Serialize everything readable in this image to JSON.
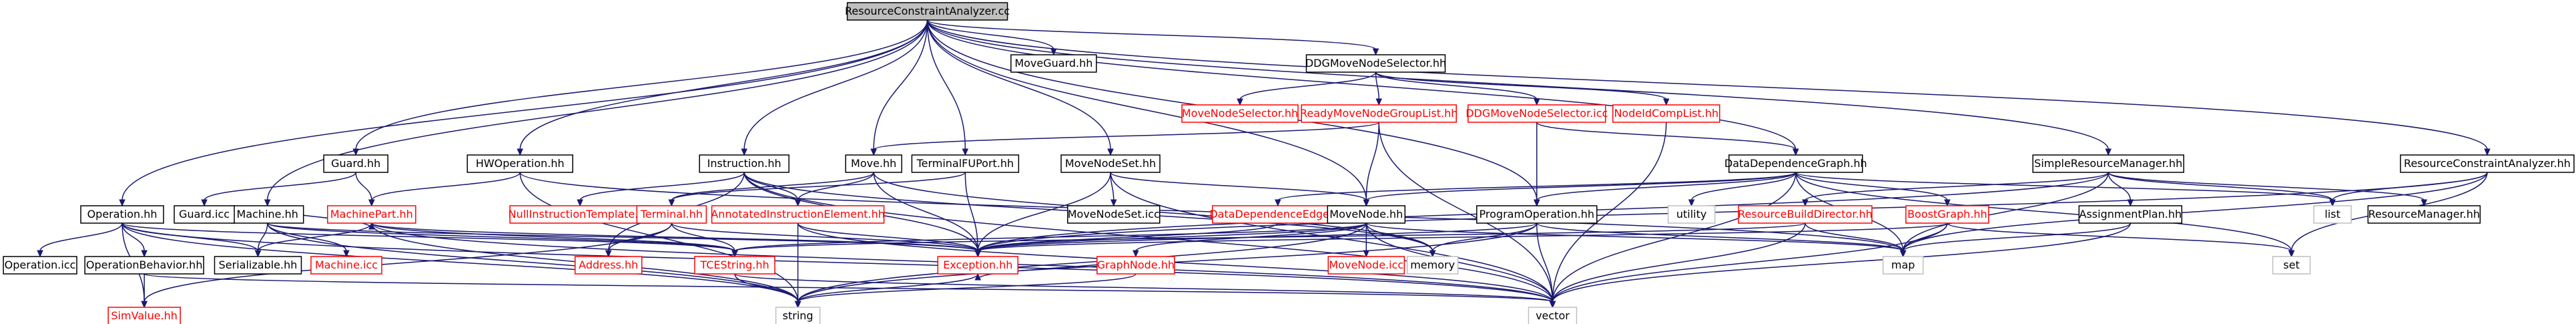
{
  "colors": {
    "edge": "#191970",
    "root_fill": "#bfbfbf",
    "node_fill": "#ffffff",
    "border_black": "#000000",
    "border_red": "#ff0000",
    "border_gray": "#bfbfbf",
    "text_black": "#000000",
    "text_red": "#ff0000"
  },
  "diagram": {
    "nodes": [
      {
        "id": "rca_cc",
        "label": "ResourceConstraintAnalyzer.cc",
        "style": "root"
      },
      {
        "id": "operation_hh",
        "label": "Operation.hh",
        "style": "black"
      },
      {
        "id": "guard_hh",
        "label": "Guard.hh",
        "style": "black"
      },
      {
        "id": "machine_hh",
        "label": "Machine.hh",
        "style": "black"
      },
      {
        "id": "hwoperation_hh",
        "label": "HWOperation.hh",
        "style": "black"
      },
      {
        "id": "instruction_hh",
        "label": "Instruction.hh",
        "style": "black"
      },
      {
        "id": "move_hh",
        "label": "Move.hh",
        "style": "black"
      },
      {
        "id": "terminalfuport_hh",
        "label": "TerminalFUPort.hh",
        "style": "black"
      },
      {
        "id": "moveguard_hh",
        "label": "MoveGuard.hh",
        "style": "black"
      },
      {
        "id": "movenodeset_hh",
        "label": "MoveNodeSet.hh",
        "style": "black"
      },
      {
        "id": "ddgmns_hh",
        "label": "DDGMoveNodeSelector.hh",
        "style": "black"
      },
      {
        "id": "movenodeselector_hh",
        "label": "MoveNodeSelector.hh",
        "style": "red"
      },
      {
        "id": "readymngl_hh",
        "label": "ReadyMoveNodeGroupList.hh",
        "style": "red"
      },
      {
        "id": "ddgmns_icc",
        "label": "DDGMoveNodeSelector.icc",
        "style": "red"
      },
      {
        "id": "nodeidcomplist_hh",
        "label": "NodeIdCompList.hh",
        "style": "red"
      },
      {
        "id": "ddg_hh",
        "label": "DataDependenceGraph.hh",
        "style": "black"
      },
      {
        "id": "srm_hh",
        "label": "SimpleResourceManager.hh",
        "style": "black"
      },
      {
        "id": "rca_hh",
        "label": "ResourceConstraintAnalyzer.hh",
        "style": "black"
      },
      {
        "id": "operation_icc",
        "label": "Operation.icc",
        "style": "black"
      },
      {
        "id": "operationbehavior_hh",
        "label": "OperationBehavior.hh",
        "style": "black"
      },
      {
        "id": "simvalue_hh",
        "label": "SimValue.hh",
        "style": "red"
      },
      {
        "id": "guard_icc",
        "label": "Guard.icc",
        "style": "black"
      },
      {
        "id": "serializable_hh",
        "label": "Serializable.hh",
        "style": "black"
      },
      {
        "id": "machinepart_hh",
        "label": "MachinePart.hh",
        "style": "red"
      },
      {
        "id": "machine_icc",
        "label": "Machine.icc",
        "style": "red"
      },
      {
        "id": "nullinstructiontemplate_hh",
        "label": "NullInstructionTemplate.hh",
        "style": "red"
      },
      {
        "id": "terminal_hh",
        "label": "Terminal.hh",
        "style": "red"
      },
      {
        "id": "address_hh",
        "label": "Address.hh",
        "style": "red"
      },
      {
        "id": "tcestring_hh",
        "label": "TCEString.hh",
        "style": "red"
      },
      {
        "id": "annotatedinstructionelement_hh",
        "label": "AnnotatedInstructionElement.hh",
        "style": "red"
      },
      {
        "id": "exception_hh",
        "label": "Exception.hh",
        "style": "red"
      },
      {
        "id": "movenodeset_icc",
        "label": "MoveNodeSet.icc",
        "style": "black"
      },
      {
        "id": "datadependenceedge_hh",
        "label": "DataDependenceEdge.hh",
        "style": "red"
      },
      {
        "id": "movenode_hh",
        "label": "MoveNode.hh",
        "style": "black"
      },
      {
        "id": "graphnode_hh",
        "label": "GraphNode.hh",
        "style": "red"
      },
      {
        "id": "movenode_icc",
        "label": "MoveNode.icc",
        "style": "red"
      },
      {
        "id": "memory",
        "label": "memory",
        "style": "gray"
      },
      {
        "id": "programoperation_hh",
        "label": "ProgramOperation.hh",
        "style": "black"
      },
      {
        "id": "utility",
        "label": "utility",
        "style": "gray"
      },
      {
        "id": "resourcebuilddirector_hh",
        "label": "ResourceBuildDirector.hh",
        "style": "red"
      },
      {
        "id": "boostgraph_hh",
        "label": "BoostGraph.hh",
        "style": "red"
      },
      {
        "id": "assignmentplan_hh",
        "label": "AssignmentPlan.hh",
        "style": "black"
      },
      {
        "id": "list",
        "label": "list",
        "style": "gray"
      },
      {
        "id": "resourcemanager_hh",
        "label": "ResourceManager.hh",
        "style": "black"
      },
      {
        "id": "map",
        "label": "map",
        "style": "gray"
      },
      {
        "id": "set",
        "label": "set",
        "style": "gray"
      },
      {
        "id": "string",
        "label": "string",
        "style": "gray"
      },
      {
        "id": "vector",
        "label": "vector",
        "style": "gray"
      }
    ],
    "edges": [
      [
        "rca_cc",
        "operation_hh"
      ],
      [
        "rca_cc",
        "guard_hh"
      ],
      [
        "rca_cc",
        "machine_hh"
      ],
      [
        "rca_cc",
        "hwoperation_hh"
      ],
      [
        "rca_cc",
        "instruction_hh"
      ],
      [
        "rca_cc",
        "move_hh"
      ],
      [
        "rca_cc",
        "terminalfuport_hh"
      ],
      [
        "rca_cc",
        "moveguard_hh"
      ],
      [
        "rca_cc",
        "movenodeset_hh"
      ],
      [
        "rca_cc",
        "ddgmns_hh"
      ],
      [
        "rca_cc",
        "ddg_hh"
      ],
      [
        "rca_cc",
        "srm_hh"
      ],
      [
        "rca_cc",
        "rca_hh"
      ],
      [
        "rca_cc",
        "movenode_hh"
      ],
      [
        "rca_cc",
        "programoperation_hh"
      ],
      [
        "operation_hh",
        "operation_icc"
      ],
      [
        "operation_hh",
        "operationbehavior_hh"
      ],
      [
        "operation_hh",
        "simvalue_hh"
      ],
      [
        "operation_hh",
        "serializable_hh"
      ],
      [
        "operation_hh",
        "tcestring_hh"
      ],
      [
        "operation_hh",
        "string"
      ],
      [
        "operation_hh",
        "vector"
      ],
      [
        "operationbehavior_hh",
        "simvalue_hh"
      ],
      [
        "operationbehavior_hh",
        "vector"
      ],
      [
        "guard_hh",
        "guard_icc"
      ],
      [
        "guard_hh",
        "machinepart_hh"
      ],
      [
        "machine_hh",
        "serializable_hh"
      ],
      [
        "machine_hh",
        "machinepart_hh"
      ],
      [
        "machine_hh",
        "machine_icc"
      ],
      [
        "machine_hh",
        "tcestring_hh"
      ],
      [
        "machine_hh",
        "exception_hh"
      ],
      [
        "machine_hh",
        "string"
      ],
      [
        "hwoperation_hh",
        "machinepart_hh"
      ],
      [
        "hwoperation_hh",
        "string"
      ],
      [
        "hwoperation_hh",
        "map"
      ],
      [
        "machinepart_hh",
        "serializable_hh"
      ],
      [
        "machinepart_hh",
        "exception_hh"
      ],
      [
        "machinepart_hh",
        "tcestring_hh"
      ],
      [
        "machinepart_hh",
        "string"
      ],
      [
        "machinepart_hh",
        "vector"
      ],
      [
        "instruction_hh",
        "nullinstructiontemplate_hh"
      ],
      [
        "instruction_hh",
        "address_hh"
      ],
      [
        "instruction_hh",
        "annotatedinstructionelement_hh"
      ],
      [
        "instruction_hh",
        "exception_hh"
      ],
      [
        "instruction_hh",
        "memory"
      ],
      [
        "instruction_hh",
        "vector"
      ],
      [
        "move_hh",
        "terminal_hh"
      ],
      [
        "move_hh",
        "annotatedinstructionelement_hh"
      ],
      [
        "move_hh",
        "exception_hh"
      ],
      [
        "move_hh",
        "memory"
      ],
      [
        "terminalfuport_hh",
        "terminal_hh"
      ],
      [
        "terminalfuport_hh",
        "exception_hh"
      ],
      [
        "terminal_hh",
        "address_hh"
      ],
      [
        "terminal_hh",
        "tcestring_hh"
      ],
      [
        "terminal_hh",
        "exception_hh"
      ],
      [
        "terminal_hh",
        "simvalue_hh"
      ],
      [
        "annotatedinstructionelement_hh",
        "exception_hh"
      ],
      [
        "annotatedinstructionelement_hh",
        "string"
      ],
      [
        "annotatedinstructionelement_hh",
        "vector"
      ],
      [
        "movenodeset_hh",
        "movenodeset_icc"
      ],
      [
        "movenodeset_hh",
        "movenode_hh"
      ],
      [
        "movenodeset_hh",
        "exception_hh"
      ],
      [
        "movenodeset_hh",
        "vector"
      ],
      [
        "ddgmns_hh",
        "movenodeselector_hh"
      ],
      [
        "ddgmns_hh",
        "readymngl_hh"
      ],
      [
        "ddgmns_hh",
        "ddgmns_icc"
      ],
      [
        "ddgmns_hh",
        "nodeidcomplist_hh"
      ],
      [
        "readymngl_hh",
        "movenode_hh"
      ],
      [
        "readymngl_hh",
        "move_hh"
      ],
      [
        "readymngl_hh",
        "vector"
      ],
      [
        "ddgmns_icc",
        "ddg_hh"
      ],
      [
        "ddgmns_icc",
        "programoperation_hh"
      ],
      [
        "nodeidcomplist_hh",
        "vector"
      ],
      [
        "ddg_hh",
        "utility"
      ],
      [
        "ddg_hh",
        "datadependenceedge_hh"
      ],
      [
        "ddg_hh",
        "movenode_hh"
      ],
      [
        "ddg_hh",
        "boostgraph_hh"
      ],
      [
        "ddg_hh",
        "programoperation_hh"
      ],
      [
        "ddg_hh",
        "map"
      ],
      [
        "ddg_hh",
        "set"
      ],
      [
        "ddg_hh",
        "list"
      ],
      [
        "ddg_hh",
        "vector"
      ],
      [
        "movenode_hh",
        "movenode_icc"
      ],
      [
        "movenode_hh",
        "graphnode_hh"
      ],
      [
        "movenode_hh",
        "exception_hh"
      ],
      [
        "movenode_hh",
        "tcestring_hh"
      ],
      [
        "movenode_hh",
        "memory"
      ],
      [
        "movenode_hh",
        "string"
      ],
      [
        "movenode_hh",
        "vector"
      ],
      [
        "movenode_hh",
        "map"
      ],
      [
        "graphnode_hh",
        "string"
      ],
      [
        "graphnode_hh",
        "exception_hh"
      ],
      [
        "programoperation_hh",
        "memory"
      ],
      [
        "programoperation_hh",
        "exception_hh"
      ],
      [
        "programoperation_hh",
        "map"
      ],
      [
        "programoperation_hh",
        "vector"
      ],
      [
        "programoperation_hh",
        "string"
      ],
      [
        "datadependenceedge_hh",
        "exception_hh"
      ],
      [
        "boostgraph_hh",
        "exception_hh"
      ],
      [
        "boostgraph_hh",
        "map"
      ],
      [
        "boostgraph_hh",
        "set"
      ],
      [
        "boostgraph_hh",
        "vector"
      ],
      [
        "srm_hh",
        "resourcebuilddirector_hh"
      ],
      [
        "srm_hh",
        "assignmentplan_hh"
      ],
      [
        "srm_hh",
        "resourcemanager_hh"
      ],
      [
        "srm_hh",
        "list"
      ],
      [
        "srm_hh",
        "map"
      ],
      [
        "srm_hh",
        "exception_hh"
      ],
      [
        "resourcebuilddirector_hh",
        "tcestring_hh"
      ],
      [
        "resourcebuilddirector_hh",
        "map"
      ],
      [
        "resourcebuilddirector_hh",
        "vector"
      ],
      [
        "assignmentplan_hh",
        "vector"
      ],
      [
        "assignmentplan_hh",
        "map"
      ],
      [
        "rca_hh",
        "list"
      ],
      [
        "rca_hh",
        "map"
      ],
      [
        "rca_hh",
        "set"
      ],
      [
        "rca_hh",
        "exception_hh"
      ],
      [
        "tcestring_hh",
        "string"
      ],
      [
        "tcestring_hh",
        "vector"
      ],
      [
        "exception_hh",
        "string"
      ]
    ]
  }
}
